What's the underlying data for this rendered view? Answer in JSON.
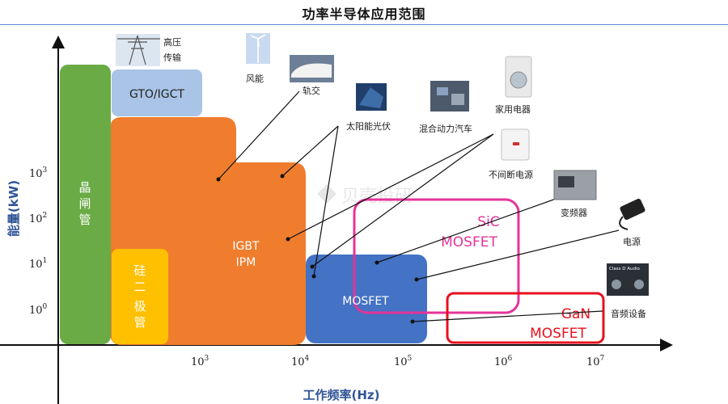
{
  "title": "功率半导体应用范围",
  "axes": {
    "x_label": "工作频率(Hz)",
    "y_label": "能量(kW)",
    "x_ticks": [
      {
        "base": "10",
        "exp": "3"
      },
      {
        "base": "10",
        "exp": "4"
      },
      {
        "base": "10",
        "exp": "5"
      },
      {
        "base": "10",
        "exp": "6"
      },
      {
        "base": "10",
        "exp": "7"
      }
    ],
    "y_ticks": [
      {
        "base": "10",
        "exp": "3"
      },
      {
        "base": "10",
        "exp": "2"
      },
      {
        "base": "10",
        "exp": "1"
      },
      {
        "base": "10",
        "exp": "0"
      }
    ]
  },
  "blocks": {
    "thyristor": [
      "晶",
      "闸",
      "管"
    ],
    "gto": "GTO/IGCT",
    "diode": [
      "硅",
      "二",
      "极",
      "管"
    ],
    "igbt": [
      "IGBT",
      "IPM"
    ],
    "mosfet": "MOSFET",
    "sic": [
      "SiC",
      "MOSFET"
    ],
    "gan": [
      "GaN",
      "MOSFET"
    ]
  },
  "applications": {
    "high_voltage": [
      "高压",
      "传输"
    ],
    "wind": "风能",
    "rail": "轨交",
    "solar": "太阳能光伏",
    "hybrid_car": "混合动力汽车",
    "appliance": "家用电器",
    "ups": "不间断电源",
    "inverter": "变频器",
    "power_supply": "电源",
    "audio": "音频设备",
    "audio_badge": "Class D Audio"
  },
  "watermark": "贝壳投研",
  "colors": {
    "thyristor": "#6aab45",
    "gto": "#a9c4e6",
    "orange": "#ef7d2d",
    "diode": "#ffc000",
    "mosfet": "#4472c4",
    "sic": "#e4349a",
    "gan": "#e8101f",
    "axis": "#111111",
    "ylabel": "#2f5496"
  }
}
